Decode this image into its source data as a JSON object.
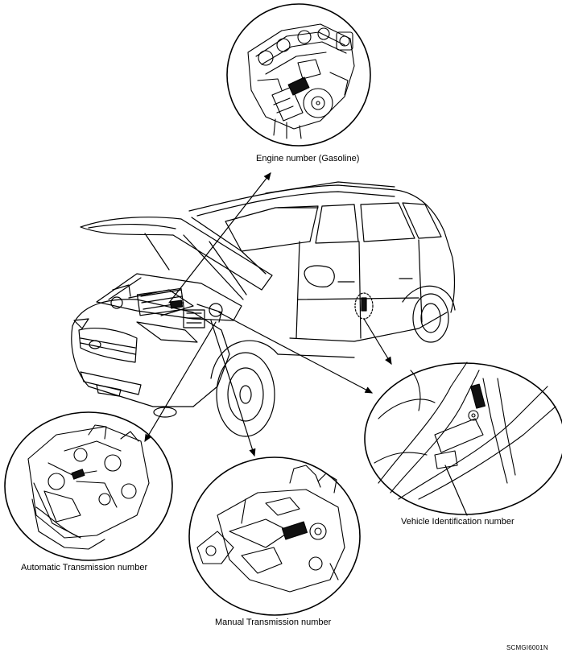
{
  "labels": {
    "engine": "Engine number (Gasoline)",
    "vin": "Vehicle Identification number",
    "auto_trans": "Automatic Transmission number",
    "manual_trans": "Manual Transmission number",
    "figure_code": "SCMGI6001N"
  },
  "colors": {
    "line": "#000000",
    "background": "#ffffff",
    "marker": "#111111"
  },
  "icons": {
    "engine": "engine-icon",
    "vehicle": "suv-icon",
    "vin_plate": "vin-plate-icon",
    "auto_trans": "automatic-transmission-icon",
    "manual_trans": "manual-transmission-icon"
  }
}
